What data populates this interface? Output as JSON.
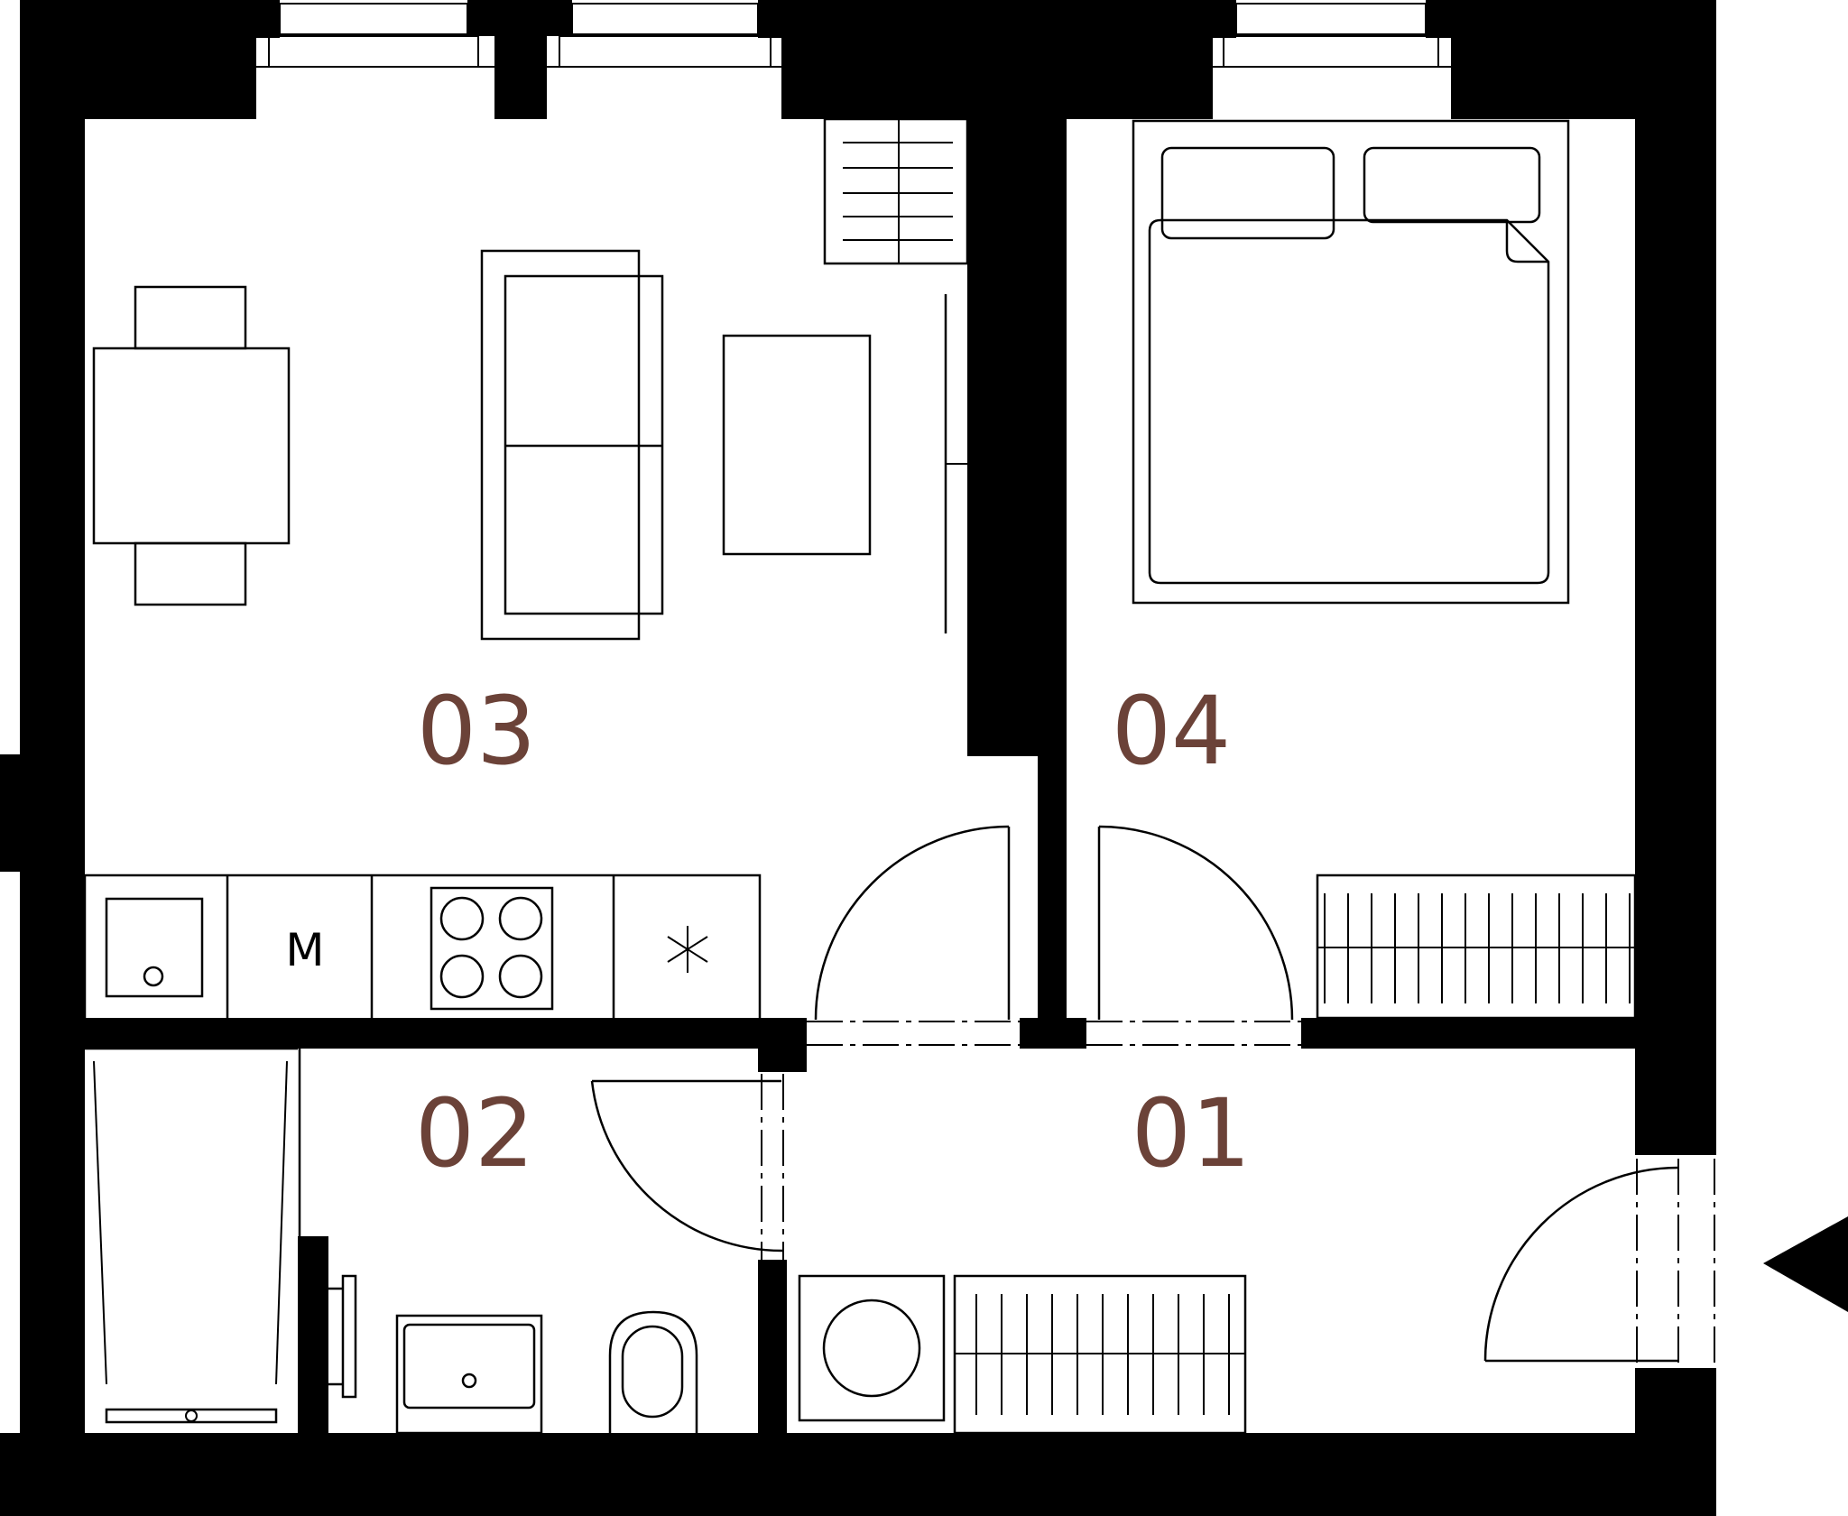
{
  "colors": {
    "wall": "#000000",
    "line": "#000000",
    "label": "#6b4238",
    "background": "#ffffff"
  },
  "rooms": {
    "r01": "01",
    "r02": "02",
    "r03": "03",
    "r04": "04"
  },
  "kitchen": {
    "microwave_label": "M"
  },
  "icons": {
    "entrance": "entrance-arrow-icon",
    "fan": "asterisk-icon"
  }
}
